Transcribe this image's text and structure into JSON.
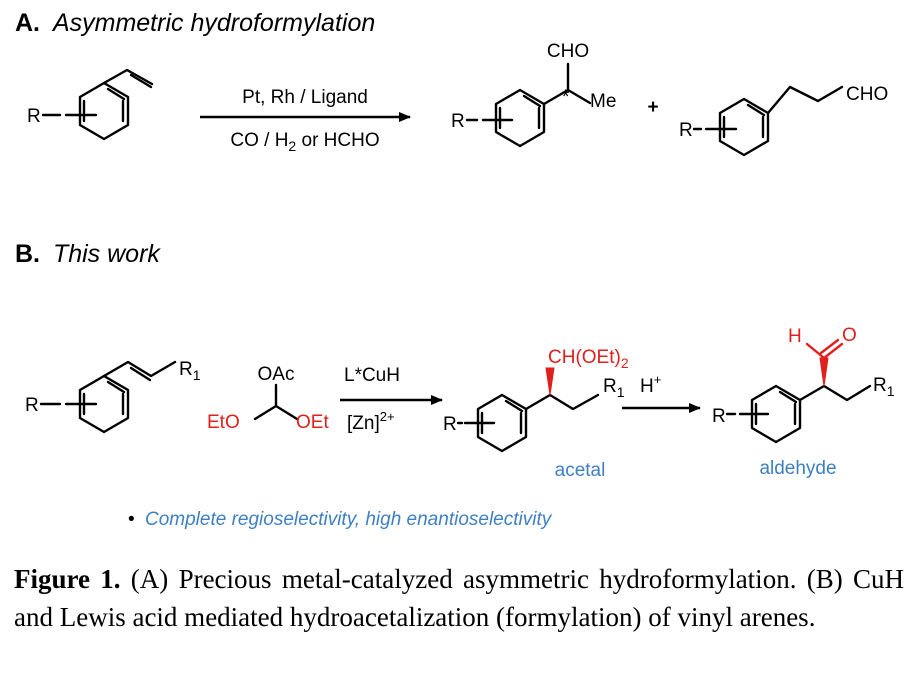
{
  "panel_a": {
    "letter": "A.",
    "title": "Asymmetric hydroformylation",
    "reactant_r": "R",
    "conditions_top": "Pt, Rh / Ligand",
    "conditions_bottom": {
      "pre": "CO / H",
      "sub": "2",
      "post": " or HCHO"
    },
    "branched": {
      "r": "R",
      "cho": "CHO",
      "star": "*",
      "me": "Me"
    },
    "plus": "+",
    "linear": {
      "r": "R",
      "cho": "CHO"
    }
  },
  "panel_b": {
    "letter": "B.",
    "title": "This work",
    "alkene": {
      "r": "R",
      "r1": {
        "base": "R",
        "sub": "1"
      }
    },
    "reagent": {
      "oac": "OAc",
      "eto_left": "EtO",
      "oet_right": "OEt"
    },
    "conditions_top": "L*CuH",
    "conditions_bottom": {
      "base": "[Zn]",
      "sup": "2+"
    },
    "acetal_product": {
      "r": "R",
      "group": {
        "pre": "CH(OEt)",
        "sub": "2"
      },
      "r1": {
        "base": "R",
        "sub": "1"
      },
      "label": "acetal"
    },
    "acid_reagent": {
      "base": "H",
      "sup": "+"
    },
    "aldehyde_product": {
      "r": "R",
      "h": "H",
      "o": "O",
      "r1": {
        "base": "R",
        "sub": "1"
      },
      "label": "aldehyde"
    },
    "bullet": "•",
    "highlight": "Complete regioselectivity, high enantioselectivity"
  },
  "caption": {
    "label": "Figure 1.",
    "text": " (A) Precious metal-catalyzed asymmetric hydroformylation. (B) CuH and Lewis acid mediated hydroacetalization (formylation) of vinyl arenes."
  },
  "colors": {
    "red": "#e0201c",
    "blue": "#3f80c2",
    "black": "#000000"
  }
}
